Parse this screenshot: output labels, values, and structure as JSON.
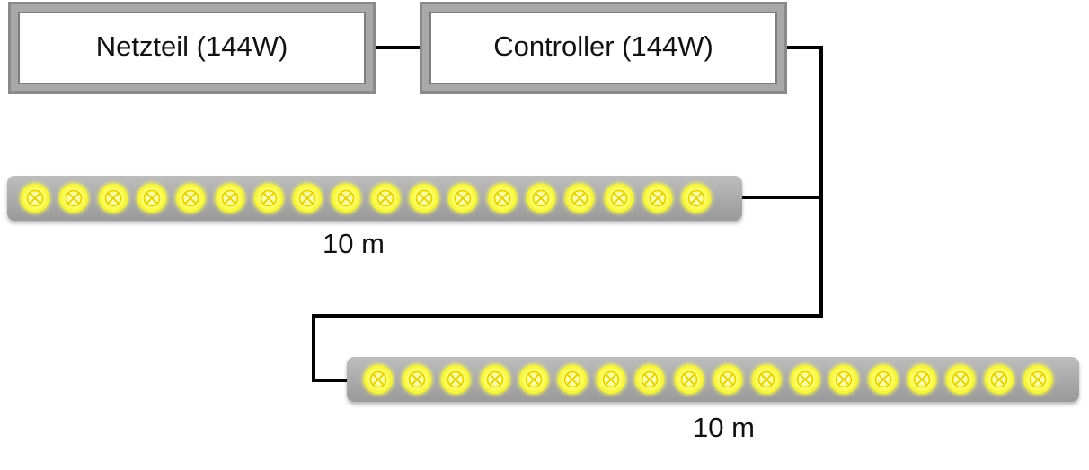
{
  "power_supply": {
    "label": "Netzteil (144W)"
  },
  "controller": {
    "label": "Controller (144W)"
  },
  "strips": [
    {
      "length_label": "10 m",
      "led_count": 18
    },
    {
      "length_label": "10 m",
      "led_count": 18
    }
  ],
  "colors": {
    "wire": "#000000",
    "box_frame": "#a8a8a8",
    "strip_body": "#aaaaaa",
    "led": "#ffff3a"
  },
  "icons": {
    "led": "led-cross-icon"
  }
}
